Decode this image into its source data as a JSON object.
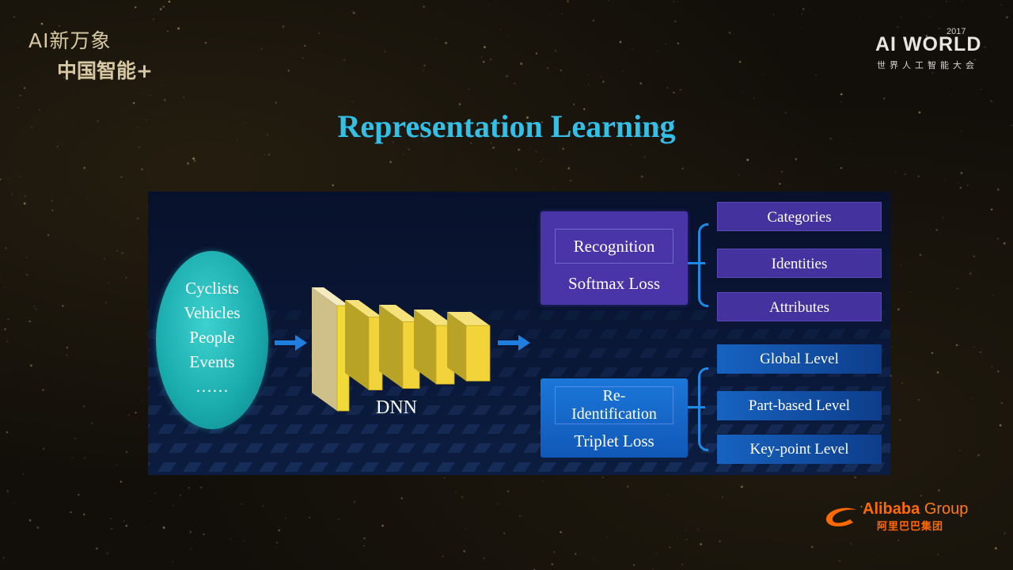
{
  "logos": {
    "left_line1": "AI新万象",
    "left_line2": "中国智能+",
    "right_year": "2017",
    "right_word": "AI WORLD",
    "right_sub": "世界人工智能大会",
    "alibaba_name": "Alibaba",
    "alibaba_group": "Group",
    "alibaba_cn": "阿里巴巴集团"
  },
  "title": "Representation Learning",
  "inputs": [
    "Cyclists",
    "Vehicles",
    "People",
    "Events",
    "……"
  ],
  "model_label": "DNN",
  "tasks": {
    "recognition": {
      "name": "Recognition",
      "loss": "Softmax Loss",
      "outputs": [
        "Categories",
        "Identities",
        "Attributes"
      ]
    },
    "reid": {
      "name_line1": "Re-",
      "name_line2": "Identification",
      "loss": "Triplet Loss",
      "outputs": [
        "Global Level",
        "Part-based Level",
        "Key-point Level"
      ]
    }
  },
  "colors": {
    "title": "#33bfe6",
    "recognition_box": "#4a35a8",
    "reid_box": "#1b77d8",
    "arrow": "#1e7fe0",
    "layer_face": "#f2d43a",
    "ellipse": "#19a9ab"
  },
  "icons": [
    "right-arrow-icon",
    "brace-icon",
    "alibaba-logo-icon"
  ]
}
